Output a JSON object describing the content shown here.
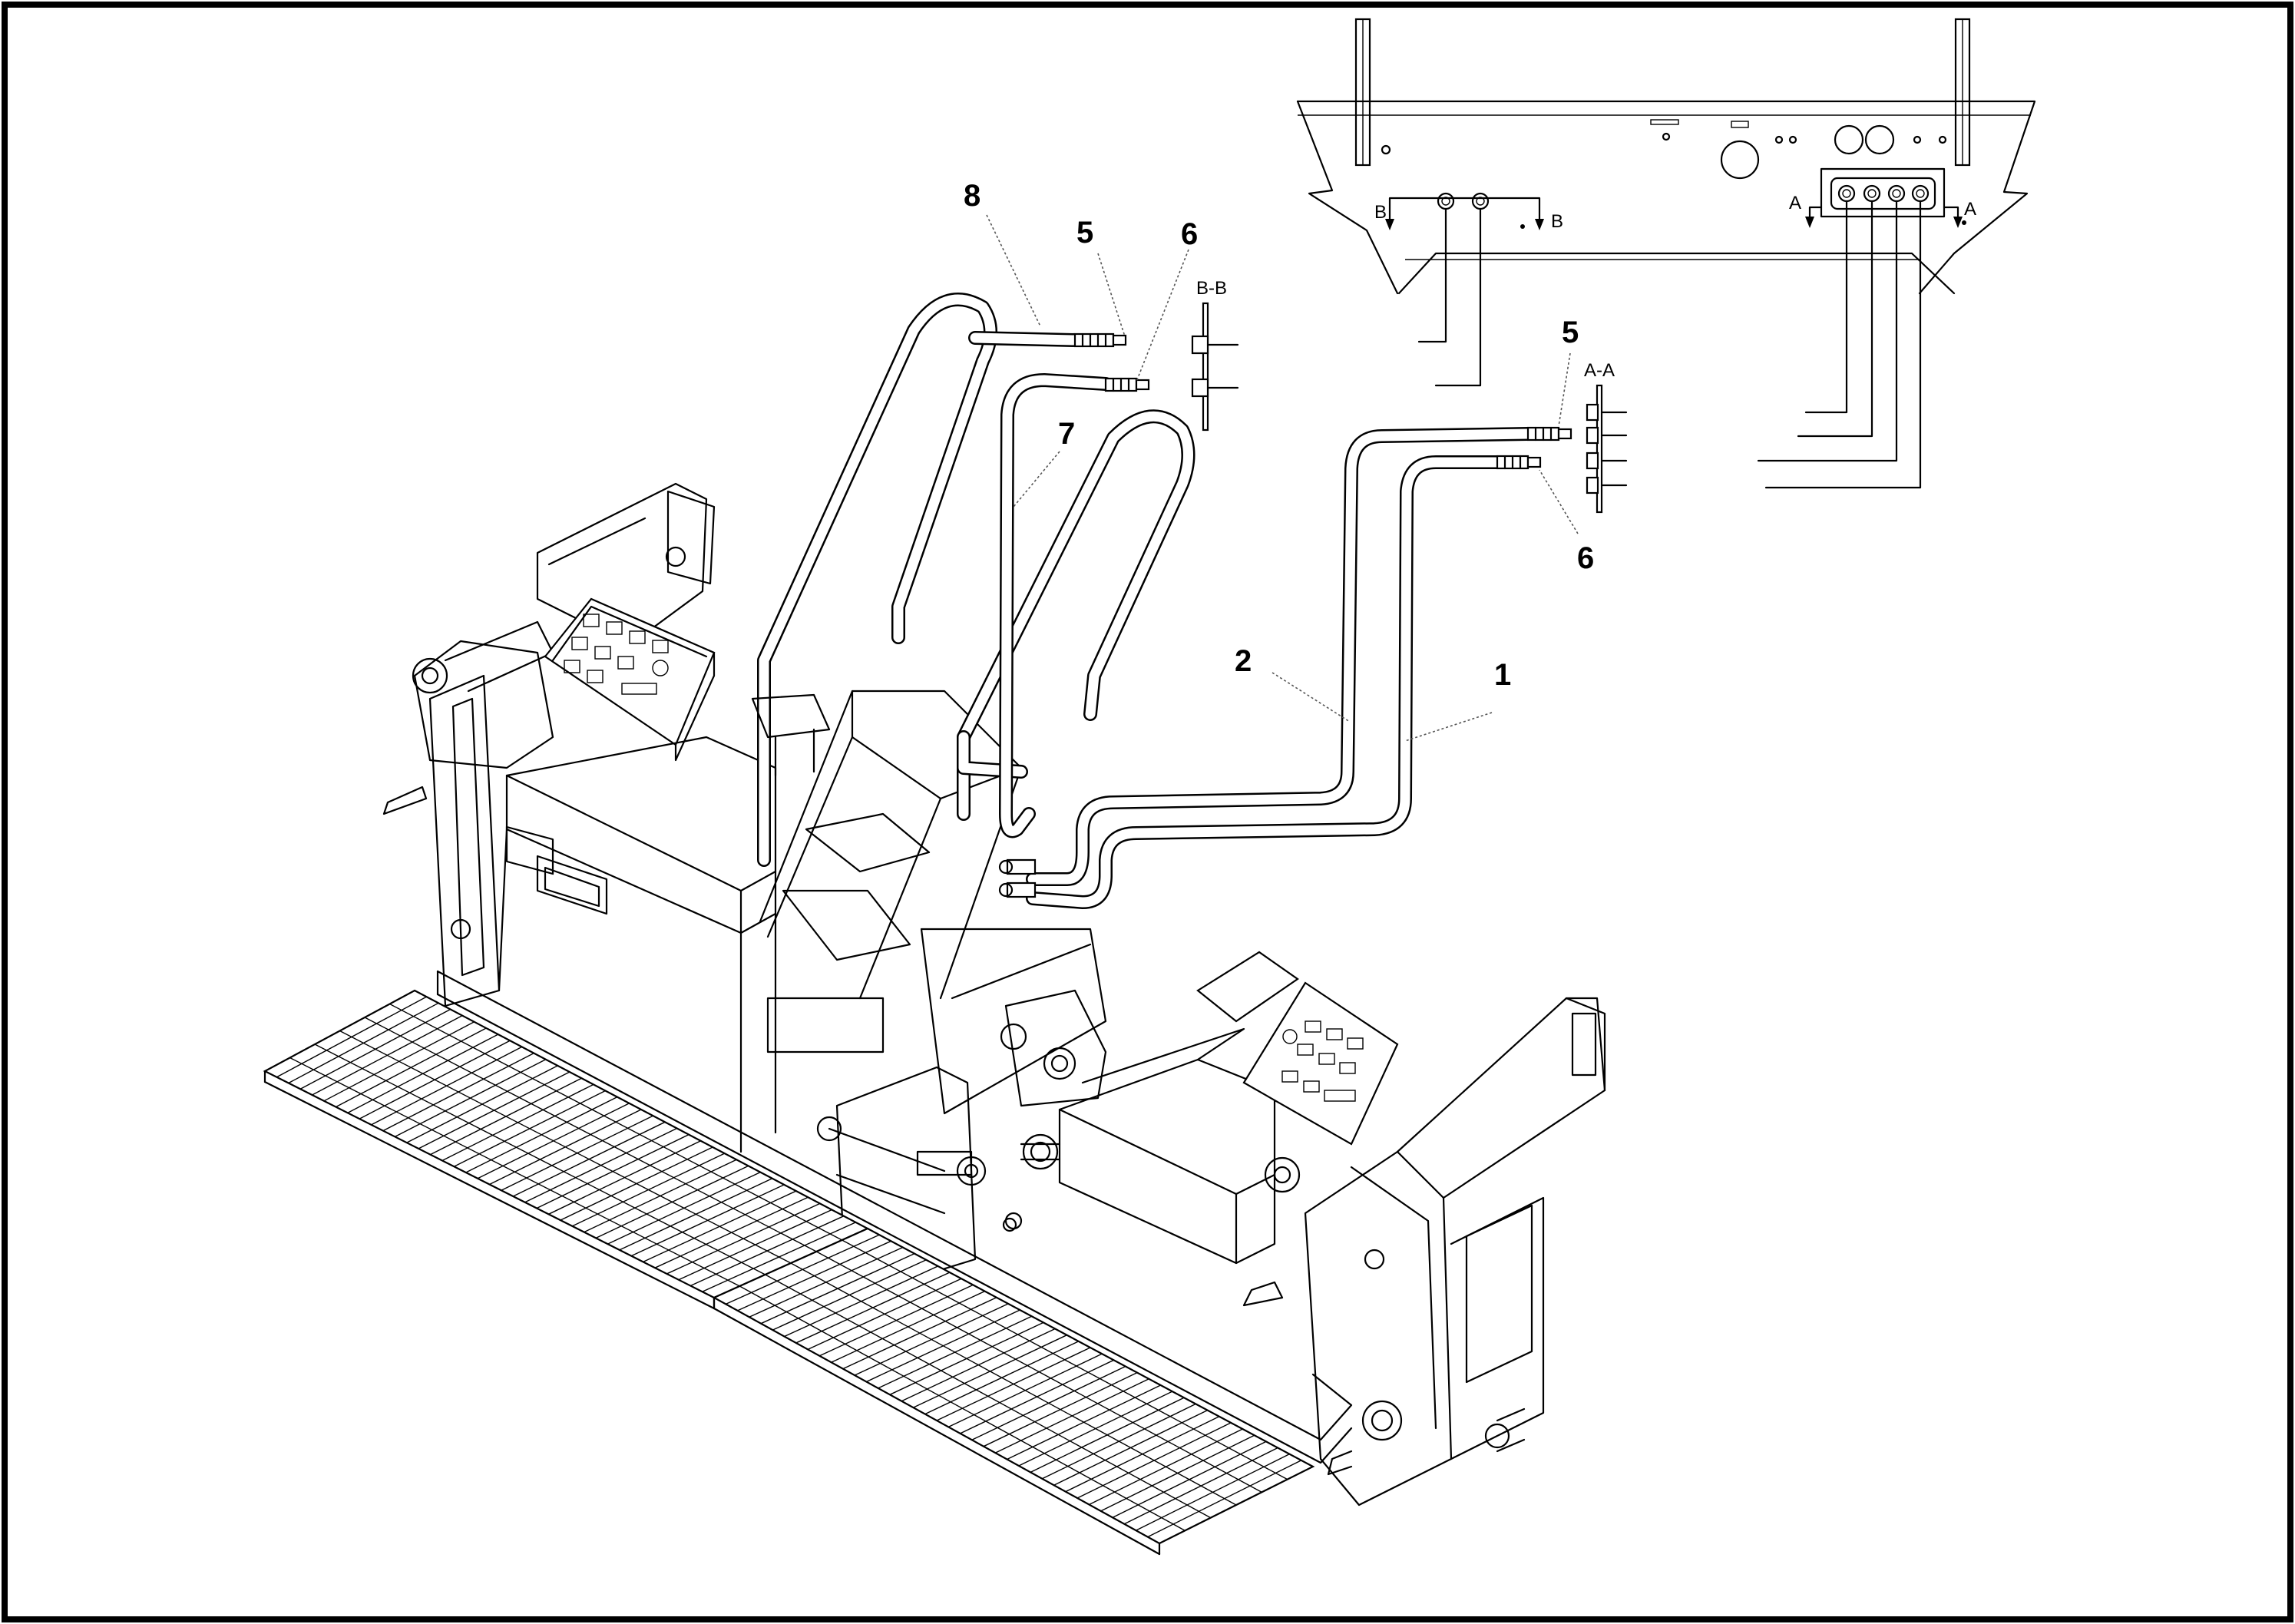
{
  "callouts": [
    {
      "id": "1",
      "label": "1"
    },
    {
      "id": "2",
      "label": "2"
    },
    {
      "id": "5a",
      "label": "5"
    },
    {
      "id": "6a",
      "label": "6"
    },
    {
      "id": "7",
      "label": "7"
    },
    {
      "id": "8",
      "label": "8"
    },
    {
      "id": "5b",
      "label": "5"
    },
    {
      "id": "6b",
      "label": "6"
    }
  ],
  "sections": {
    "bb_title": "B-B",
    "aa_title": "A-A",
    "b_left": "B",
    "b_right": "B",
    "a_left": "A",
    "a_right": "A"
  },
  "colors": {
    "ink": "#000000",
    "paper": "#ffffff"
  }
}
